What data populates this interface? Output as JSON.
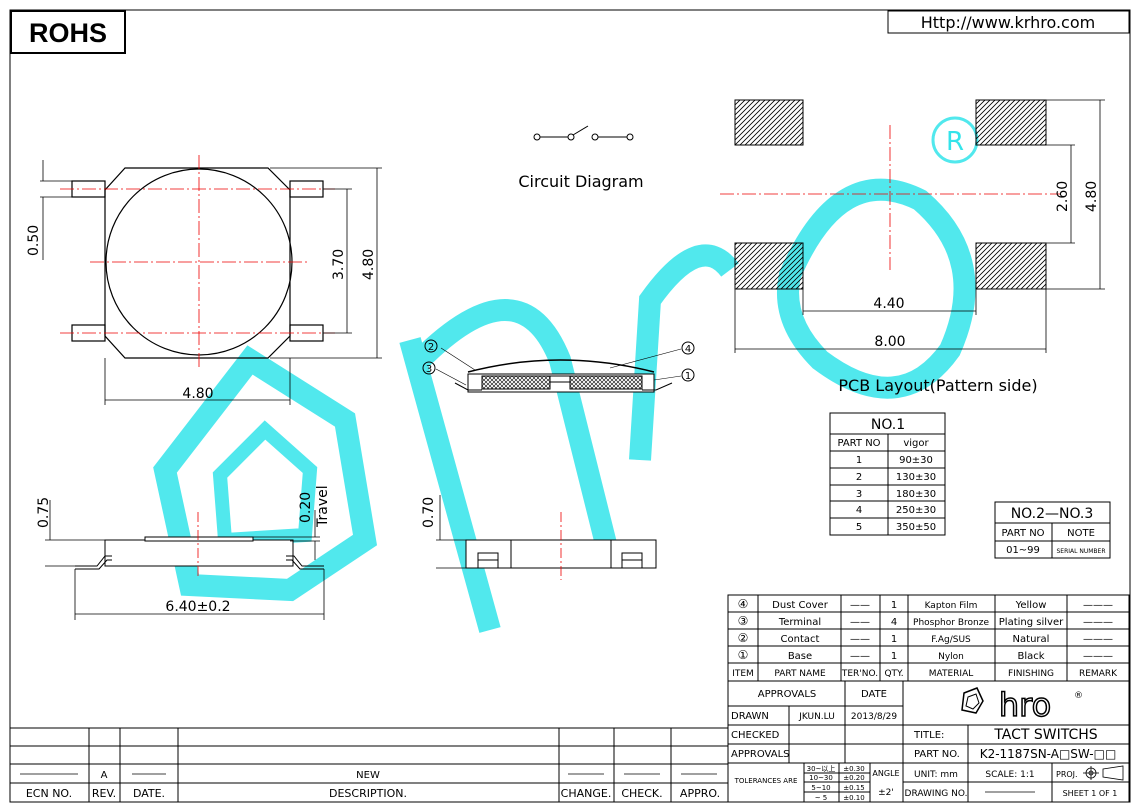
{
  "header": {
    "rohs": "ROHS",
    "url": "Http://www.krhro.com"
  },
  "top_view": {
    "dims": [
      "0.50",
      "3.70",
      "4.80",
      "4.80"
    ]
  },
  "circuit": {
    "label": "Circuit Diagram"
  },
  "pcb": {
    "dims": [
      "2.60",
      "4.80",
      "4.40",
      "8.00"
    ],
    "label": "PCB Layout(Pattern side)"
  },
  "section_view": {
    "callouts": [
      "②",
      "③",
      "④",
      "①"
    ]
  },
  "side_view": {
    "dims": [
      "0.75",
      "0.20",
      "Travel",
      "6.40±0.2"
    ]
  },
  "side_view2": {
    "dims": [
      "0.70"
    ]
  },
  "vigor_table": {
    "title": "NO.1",
    "headers": [
      "PART NO",
      "vigor"
    ],
    "rows": [
      [
        "1",
        "90±30"
      ],
      [
        "2",
        "130±30"
      ],
      [
        "3",
        "180±30"
      ],
      [
        "4",
        "250±30"
      ],
      [
        "5",
        "350±50"
      ]
    ]
  },
  "serial_table": {
    "title": "NO.2—NO.3",
    "headers": [
      "PART NO",
      "NOTE"
    ],
    "row": [
      "01~99",
      "SERIAL NUMBER"
    ]
  },
  "bom": {
    "rows": [
      [
        "④",
        "Dust Cover",
        "——",
        "1",
        "Kapton Film",
        "Yellow",
        "———"
      ],
      [
        "③",
        "Terminal",
        "——",
        "4",
        "Phosphor Bronze",
        "Plating silver",
        "———"
      ],
      [
        "②",
        "Contact",
        "——",
        "1",
        "F.Ag/SUS",
        "Natural",
        "———"
      ],
      [
        "①",
        "Base",
        "——",
        "1",
        "Nylon",
        "Black",
        "———"
      ]
    ],
    "headers": [
      "ITEM",
      "PART NAME",
      "TER'NO.",
      "QTY.",
      "MATERIAL",
      "FINISHING",
      "REMARK"
    ]
  },
  "title_block": {
    "approvals_header": "APPROVALS",
    "date_header": "DATE",
    "drawn": "DRAWN",
    "drawn_by": "JKUN.LU",
    "drawn_date": "2013/8/29",
    "checked": "CHECKED",
    "approvals": "APPROVALS",
    "logo": "hro",
    "title_label": "TITLE:",
    "title": "TACT SWITCHS",
    "part_no_label": "PART NO.",
    "part_no": "K2-1187SN-A□SW-□□",
    "tolerances_label": "TOLERANCES ARE",
    "tol_ranges": [
      "30~以上",
      "10~30",
      "5~10",
      "~ 5"
    ],
    "tol_values": [
      "±0.30",
      "±0.20",
      "±0.15",
      "±0.10"
    ],
    "angle_label": "ANGLE",
    "angle_value": "±2'",
    "unit": "UNIT: mm",
    "scale": "SCALE:  1:1",
    "proj": "PROJ.",
    "drawing_no": "DRAWING NO.",
    "sheet": "SHEET  1 OF 1"
  },
  "revision_block": {
    "rev_value": "A",
    "new_label": "NEW",
    "headers": [
      "ECN NO.",
      "REV.",
      "DATE.",
      "DESCRIPTION.",
      "CHANGE.",
      "CHECK.",
      "APPRO."
    ]
  }
}
